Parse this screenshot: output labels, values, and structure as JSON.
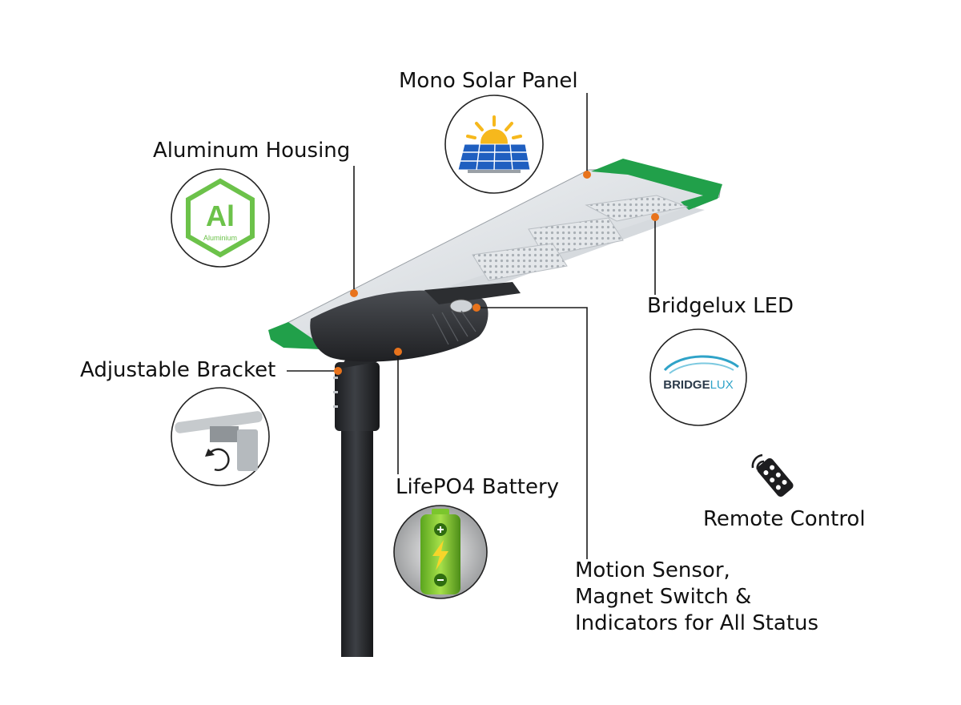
{
  "labels": {
    "solar_panel": "Mono Solar Panel",
    "housing": "Aluminum Housing",
    "led": "Bridgelux LED",
    "bracket": "Adjustable Bracket",
    "battery": "LifePO4 Battery",
    "remote": "Remote Control",
    "sensor_line1": "Motion Sensor,",
    "sensor_line2": "Magnet Switch &",
    "sensor_line3": "Indicators for All Status"
  },
  "icons": {
    "al_symbol": "Al",
    "al_caption": "Aluminium",
    "bridgelux_prefix": "BRIDGE",
    "bridgelux_suffix": "LUX"
  },
  "colors": {
    "accent_green": "#21a04a",
    "pointer_orange": "#e8731c",
    "aluminium_green": "#6cc24a",
    "bridgelux_blue": "#2fa3c8",
    "battery_green": "#7bc62d",
    "pole_dark": "#2b2d30"
  }
}
